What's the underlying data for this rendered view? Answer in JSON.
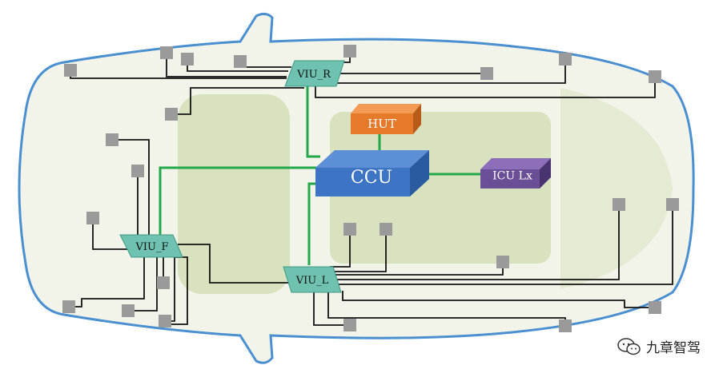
{
  "nodes": {
    "ccu": "CCU",
    "hut": "HUT",
    "icu": "ICU Lx",
    "viu_r": "VIU_R",
    "viu_f": "VIU_F",
    "viu_l": "VIU_L"
  },
  "colors": {
    "car_outline": "#4a8fd0",
    "car_fill": "#f2f4ea",
    "interior": "#cfdcb0",
    "ccu": "#3d74c4",
    "hut": "#e57a2b",
    "icu": "#6a4e96",
    "viu": "#6fc1b0",
    "backbone": "#22a84a",
    "wire": "#111111",
    "sensor": "#9a9a9a"
  },
  "watermark": {
    "text": "九章智驾",
    "icon": "wechat-icon"
  }
}
